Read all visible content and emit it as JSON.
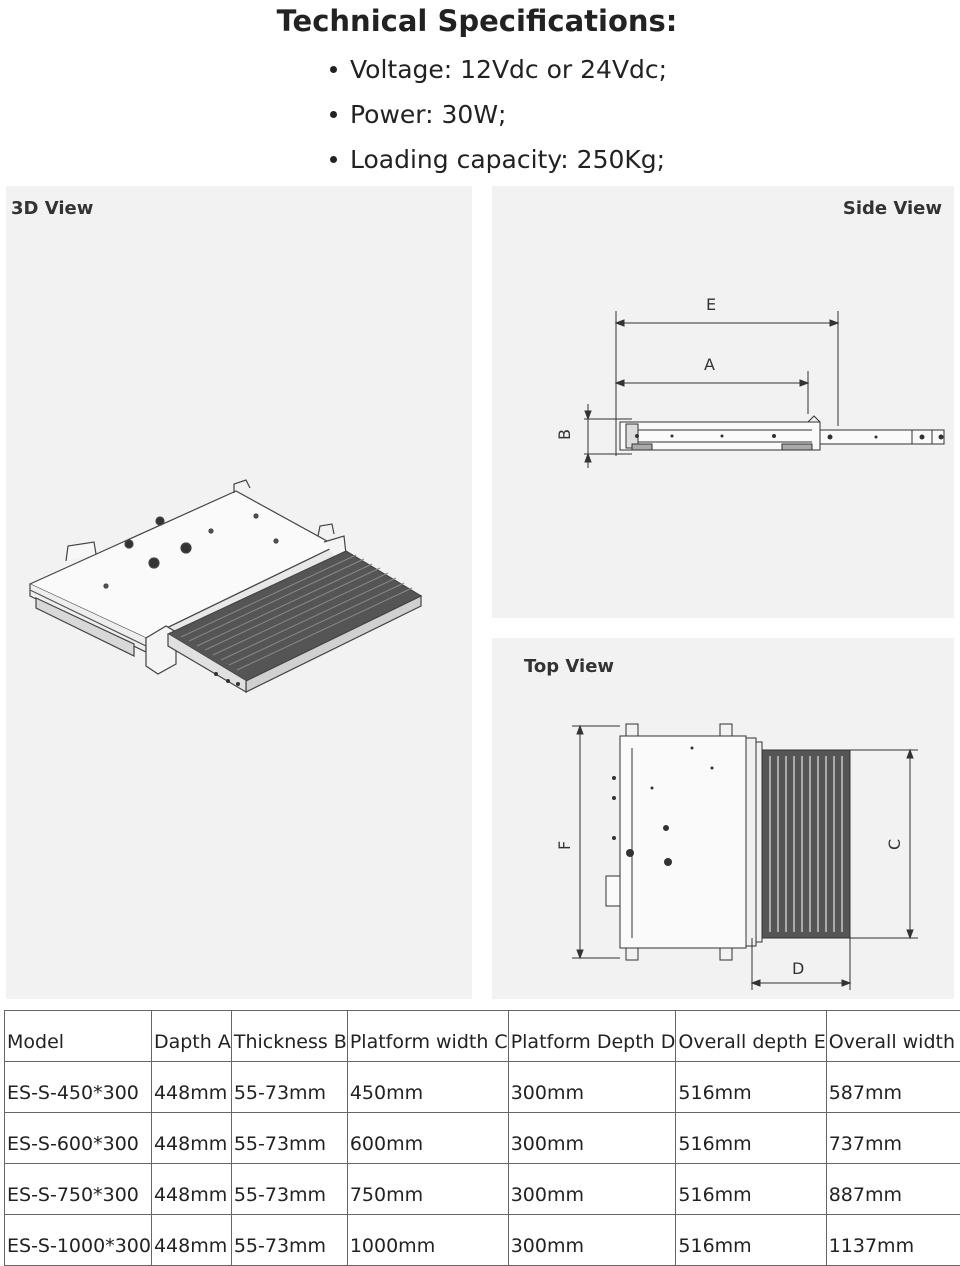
{
  "title": "Technical Specifications:",
  "specs": [
    "Voltage: 12Vdc or 24Vdc;",
    "Power: 30W;",
    "Loading capacity: 250Kg;"
  ],
  "views": {
    "three_d": "3D View",
    "side": "Side View",
    "top": "Top View"
  },
  "dimension_labels": {
    "a": "A",
    "b": "B",
    "c": "C",
    "d": "D",
    "e": "E",
    "f": "F"
  },
  "table": {
    "headers": [
      "Model",
      "Dapth A",
      "Thickness B",
      "Platform width C",
      "Platform Depth D",
      "Overall depth E",
      "Overall width F"
    ],
    "rows": [
      [
        "ES-S-450*300",
        "448mm",
        "55-73mm",
        "450mm",
        "300mm",
        "516mm",
        "587mm"
      ],
      [
        "ES-S-600*300",
        "448mm",
        "55-73mm",
        "600mm",
        "300mm",
        "516mm",
        "737mm"
      ],
      [
        "ES-S-750*300",
        "448mm",
        "55-73mm",
        "750mm",
        "300mm",
        "516mm",
        "887mm"
      ],
      [
        "ES-S-1000*300",
        "448mm",
        "55-73mm",
        "1000mm",
        "300mm",
        "516mm",
        "1137mm"
      ]
    ]
  }
}
